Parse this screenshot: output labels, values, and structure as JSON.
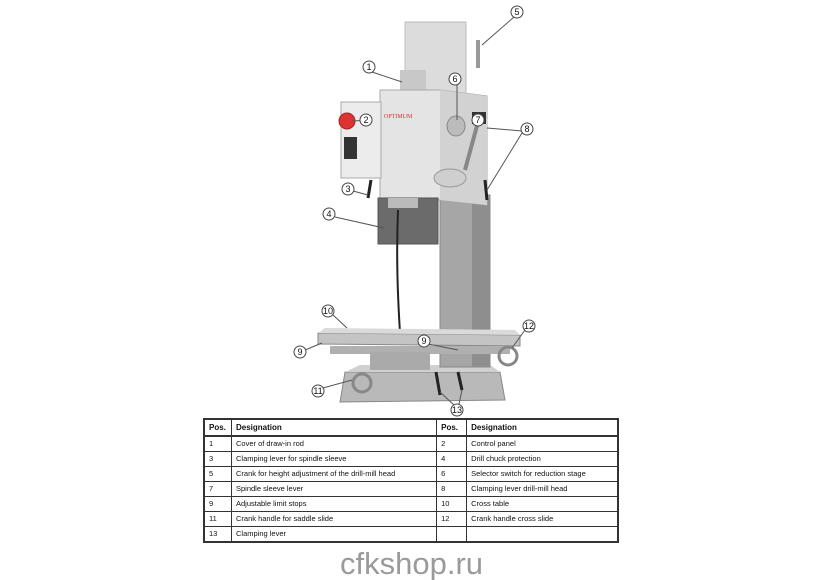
{
  "machine": {
    "brand_logo": "OPTIMUM",
    "callouts": [
      {
        "label": "1"
      },
      {
        "label": "2"
      },
      {
        "label": "3"
      },
      {
        "label": "4"
      },
      {
        "label": "5"
      },
      {
        "label": "6"
      },
      {
        "label": "7"
      },
      {
        "label": "8"
      },
      {
        "label": "9"
      },
      {
        "label": "9"
      },
      {
        "label": "10"
      },
      {
        "label": "11"
      },
      {
        "label": "12"
      },
      {
        "label": "13"
      }
    ]
  },
  "table": {
    "headers": [
      "Pos.",
      "Designation",
      "Pos.",
      "Designation"
    ],
    "rows": [
      [
        "1",
        "Cover of draw-in rod",
        "2",
        "Control panel"
      ],
      [
        "3",
        "Clamping lever for spindle sleeve",
        "4",
        "Drill chuck protection"
      ],
      [
        "5",
        "Crank for height adjustment of the drill-mill head",
        "6",
        "Selector switch for reduction stage"
      ],
      [
        "7",
        "Spindle sleeve lever",
        "8",
        "Clamping lever drill-mill head"
      ],
      [
        "9",
        "Adjustable limit stops",
        "10",
        "Cross table"
      ],
      [
        "11",
        "Crank handle for saddle slide",
        "12",
        "Crank handle cross slide"
      ],
      [
        "13",
        "Clamping lever",
        "",
        ""
      ]
    ]
  },
  "watermark": "cfkshop.ru"
}
